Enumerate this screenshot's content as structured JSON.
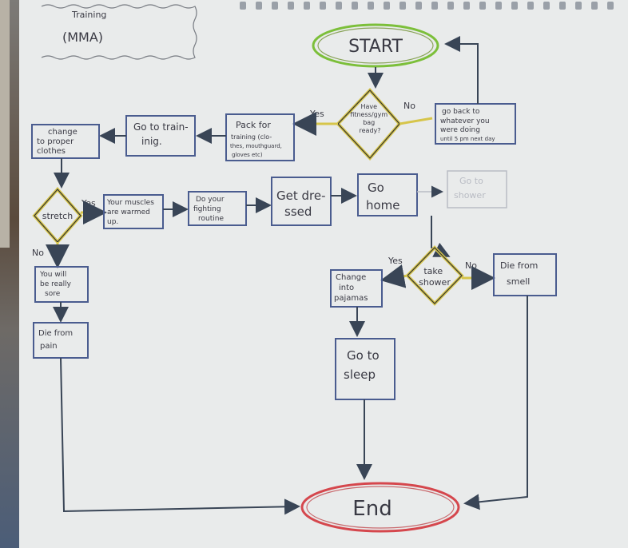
{
  "title_note": {
    "line1": "Training",
    "line2": "(MMA)"
  },
  "colors": {
    "paper": "#e9ebeb",
    "box_border": "#4a5c8f",
    "arrow": "#394556",
    "diamond_fill": "#e6d86a",
    "start_oval": "#7cbf3a",
    "end_oval": "#d5474d",
    "faded": "#b9bcc4"
  },
  "nodes": {
    "start": "START",
    "decision_bag": [
      "Have",
      "fitness/gym",
      "bag",
      "ready?",
      ""
    ],
    "go_back": [
      "go back to",
      "whatever you",
      "were doing",
      "until 5 pm next day"
    ],
    "pack": [
      "Pack for",
      "training (clo-",
      "thes, mouthguard,",
      "gloves etc)"
    ],
    "go_training": [
      "Go to train-",
      "inig."
    ],
    "change_clothes": [
      "change",
      "to proper",
      "clothes"
    ],
    "stretch": "stretch",
    "warmed_up": [
      "Your muscles",
      "are warmed",
      "up."
    ],
    "fighting": [
      "Do your",
      "fighting",
      "routine"
    ],
    "get_dressed": [
      "Get dre-",
      "ssed"
    ],
    "go_home": [
      "Go",
      "home"
    ],
    "go_shower_faded": [
      "Go to",
      "shower"
    ],
    "take_shower": [
      "take",
      "shower"
    ],
    "change_pajamas": [
      "Change",
      "into",
      "pajamas"
    ],
    "die_smell": [
      "Die from",
      "smell"
    ],
    "go_sleep": [
      "Go to",
      "sleep"
    ],
    "sore": [
      "You will",
      "be really",
      "sore"
    ],
    "die_pain": [
      "Die from",
      "pain"
    ],
    "end": "End"
  },
  "labels": {
    "yes_bag": "Yes",
    "no_bag": "No",
    "yes_stretch": "Yes",
    "no_stretch": "No",
    "yes_shower": "Yes",
    "no_shower": "No"
  }
}
